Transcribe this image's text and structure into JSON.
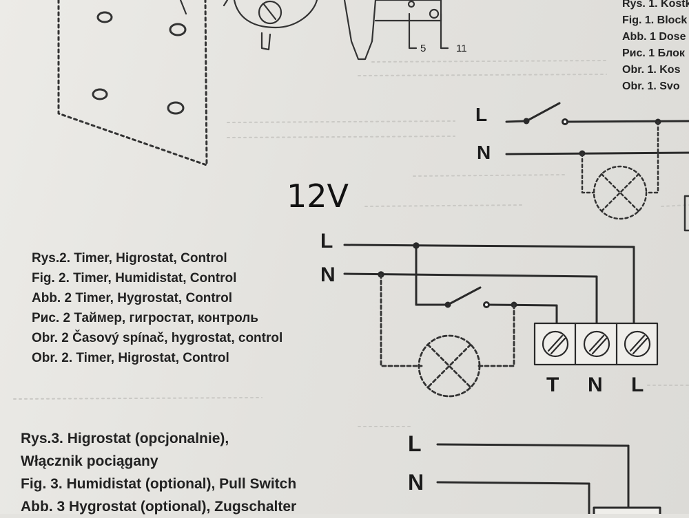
{
  "voltage_label": "12V",
  "top_captions": [
    "Rys. 1. Kostk",
    "Fig. 1. Block",
    "Abb. 1 Dose",
    "Рис. 1 Блок",
    "Obr. 1. Kos",
    "Obr. 1. Svo"
  ],
  "top_callouts": {
    "c5": "5",
    "c11": "11"
  },
  "fig1": {
    "l": "L",
    "n": "N"
  },
  "fig2": {
    "caption": [
      "Rys.2. Timer, Higrostat, Control",
      "Fig. 2. Timer, Humidistat, Control",
      "Abb. 2 Timer, Hygrostat, Control",
      "Рис. 2 Таймер, гигростат, контроль",
      "Obr. 2 Časový spínač, hygrostat, control",
      "Obr. 2. Timer, Higrostat, Control"
    ],
    "l": "L",
    "n": "N",
    "terminals": [
      "T",
      "N",
      "L"
    ]
  },
  "fig3": {
    "caption": [
      "Rys.3. Higrostat (opcjonalnie),",
      "Włącznik pociągany",
      "Fig. 3. Humidistat (optional), Pull Switch",
      "Abb. 3 Hygrostat (optional), Zugschalter"
    ],
    "l": "L",
    "n": "N"
  }
}
